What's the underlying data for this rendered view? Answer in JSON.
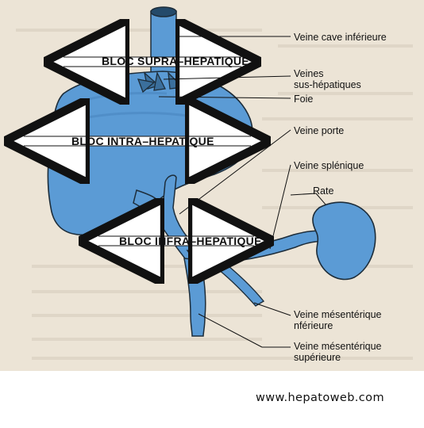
{
  "labels": {
    "veine_cave": "Veine cave inférieure",
    "veines_sus_1": "Veines",
    "veines_sus_2": "sus-hépatiques",
    "foie": "Foie",
    "veine_porte": "Veine porte",
    "veine_splenique": "Veine splénique",
    "rate": "Rate",
    "mes_inf_1": "Veine mésentérique",
    "mes_inf_2": "nférieure",
    "mes_sup_1": "Veine mésentérique",
    "mes_sup_2": "supérieure"
  },
  "blocs": {
    "supra": "BLOC SUPRA–HEPATIQUE",
    "intra": "BLOC INTRA–HEPATIQUE",
    "infra": "BLOC INFRA–HEPATIQUE"
  },
  "footer": "www.hepatoweb.com",
  "colors": {
    "organ_fill": "#5b9bd5",
    "organ_stroke": "#1d2d3a",
    "paper": "#ece4d6",
    "arrow": "#ffffff"
  }
}
